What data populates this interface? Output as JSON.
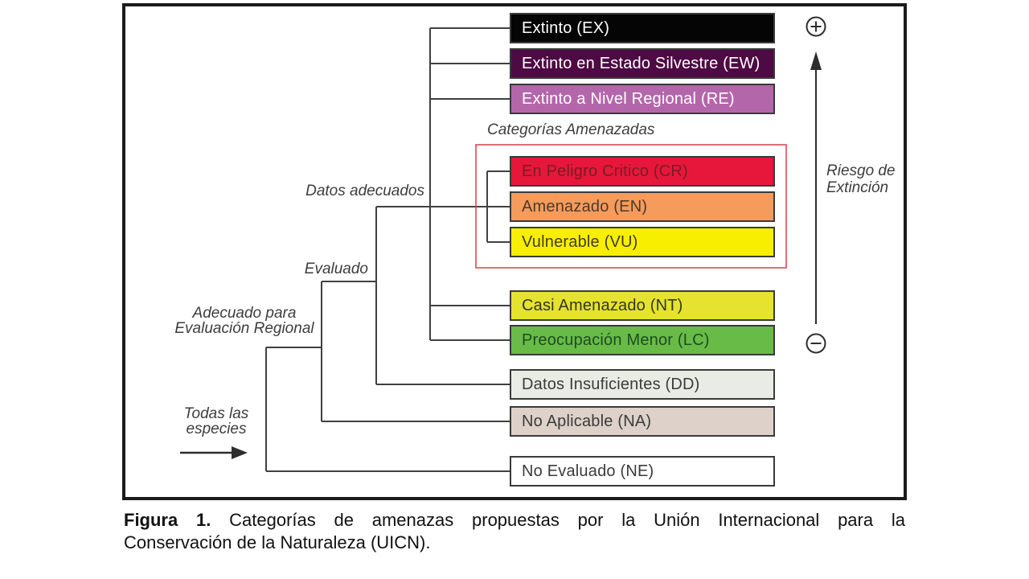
{
  "figure": {
    "caption_prefix": "Figura 1.",
    "caption_line1": "Categorías de amenazas propuestas por la Unión Internacional para la",
    "caption_line2": "Conservación de la Naturaleza (UICN)."
  },
  "tree": {
    "root_label_line1": "Todas las",
    "root_label_line2": "especies",
    "node_regional_line1": "Adecuado para",
    "node_regional_line2": "Evaluación Regional",
    "node_evaluated": "Evaluado",
    "node_adequate_data": "Datos adecuados",
    "threatened_group_label": "Categorías Amenazadas"
  },
  "categories": [
    {
      "code": "EX",
      "label": "Extinto (EX)",
      "bg": "#050505",
      "fg": "#ffffff"
    },
    {
      "code": "EW",
      "label": "Extinto en Estado Silvestre (EW)",
      "bg": "#4e0a44",
      "fg": "#ffffff"
    },
    {
      "code": "RE",
      "label": "Extinto a Nivel Regional (RE)",
      "bg": "#b466aa",
      "fg": "#ffffff"
    },
    {
      "code": "CR",
      "label": "En Peligro Critico (CR)",
      "bg": "#e6173b",
      "fg": "#7a1c24"
    },
    {
      "code": "EN",
      "label": "Amenazado (EN)",
      "bg": "#f59b5c",
      "fg": "#4d3a2a"
    },
    {
      "code": "VU",
      "label": "Vulnerable (VU)",
      "bg": "#f8ef00",
      "fg": "#423d16"
    },
    {
      "code": "NT",
      "label": "Casi Amenazado (NT)",
      "bg": "#e5e230",
      "fg": "#34381c"
    },
    {
      "code": "LC",
      "label": "Preocupación Menor (LC)",
      "bg": "#69bb48",
      "fg": "#1d4d20"
    },
    {
      "code": "DD",
      "label": "Datos Insuficientes (DD)",
      "bg": "#e9ece5",
      "fg": "#3b3b3b"
    },
    {
      "code": "NA",
      "label": "No Aplicable (NA)",
      "bg": "#ddd1c9",
      "fg": "#3b3b3b"
    },
    {
      "code": "NE",
      "label": "No Evaluado (NE)",
      "bg": "#ffffff",
      "fg": "#3b3b3b"
    }
  ],
  "axis": {
    "label_line1": "Riesgo de",
    "label_line2": "Extinción",
    "high_icon": "plus-icon",
    "low_icon": "minus-icon"
  },
  "colors": {
    "tree_line": "#404040",
    "threatened_outline": "#d94b51",
    "frame_border": "#1b1b1b",
    "arrow": "#2e2e2e"
  }
}
